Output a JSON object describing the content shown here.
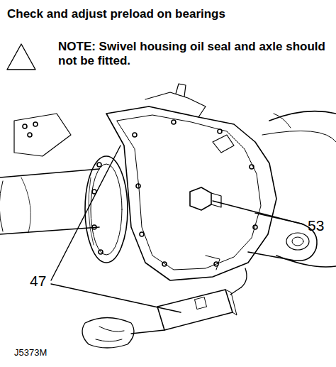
{
  "diagram": {
    "title": "Check and adjust preload on bearings",
    "labels": [
      "NOTE: Swivel housing oil seal and axle should not be fitted.",
      "53",
      "47",
      "J5373M"
    ]
  }
}
